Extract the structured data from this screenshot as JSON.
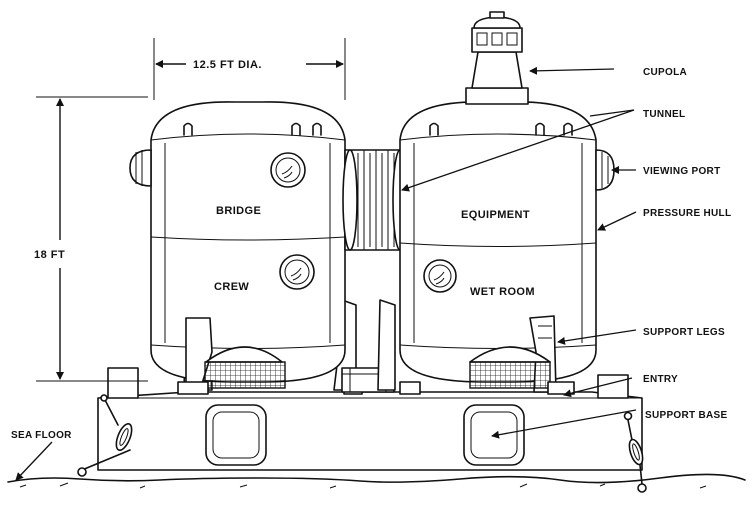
{
  "dimensions": {
    "diameter": "12.5 FT DIA.",
    "height": "18 FT"
  },
  "rooms": {
    "bridge": "BRIDGE",
    "crew": "CREW",
    "equipment": "EQUIPMENT",
    "wet_room": "WET ROOM"
  },
  "callouts": {
    "cupola": "CUPOLA",
    "tunnel": "TUNNEL",
    "viewing_port": "VIEWING PORT",
    "pressure_hull": "PRESSURE HULL",
    "support_legs": "SUPPORT LEGS",
    "entry": "ENTRY",
    "support_base": "SUPPORT BASE",
    "sea_floor": "SEA FLOOR"
  }
}
